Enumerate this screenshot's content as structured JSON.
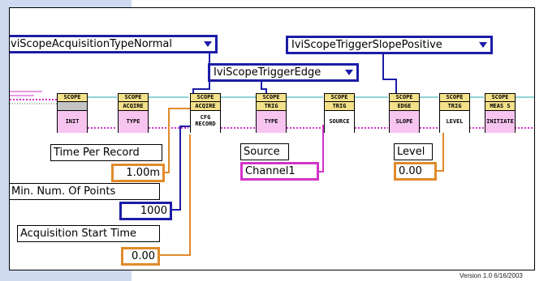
{
  "rings": {
    "acquisition_type": "viScopeAcquisitionTypeNormal",
    "trigger_type": "IviScopeTriggerEdge",
    "trigger_slope": "IviScopeTriggerSlopePositive"
  },
  "vis": [
    {
      "top": "SCOPE",
      "mid": "",
      "bottom": "INIT"
    },
    {
      "top": "SCOPE",
      "mid": "ACQIRE",
      "bottom": "TYPE"
    },
    {
      "top": "SCOPE",
      "mid": "ACQIRE",
      "bottom": "CFG RECORD"
    },
    {
      "top": "SCOPE",
      "mid": "TRIG",
      "bottom": "TYPE"
    },
    {
      "top": "SCOPE",
      "mid": "TRIG",
      "bottom": "SOURCE"
    },
    {
      "top": "SCOPE",
      "mid": "EDGE",
      "bottom": "SLOPE"
    },
    {
      "top": "SCOPE",
      "mid": "TRIG",
      "bottom": "LEVEL"
    },
    {
      "top": "SCOPE",
      "mid": "MEAS S",
      "bottom": "INITIATE"
    }
  ],
  "controls": {
    "time_per_record": {
      "label": "Time Per Record",
      "value": "1.00m"
    },
    "min_points": {
      "label": "Min. Num. Of Points",
      "value": "1000"
    },
    "acq_start": {
      "label": "Acquisition Start Time",
      "value": "0.00"
    },
    "source": {
      "label": "Source",
      "value": "Channel1"
    },
    "level": {
      "label": "Level",
      "value": "0.00"
    }
  },
  "version": "Version 1.0 6/16/2003",
  "colors": {
    "session_wire": "#d234c8",
    "error_wire": "#20a8a8",
    "enum_wire": "#1c1ca8",
    "numeric_wire": "#e08a2a",
    "vi_header": "#f3e08a",
    "sidebar": "#cfdaf0"
  }
}
